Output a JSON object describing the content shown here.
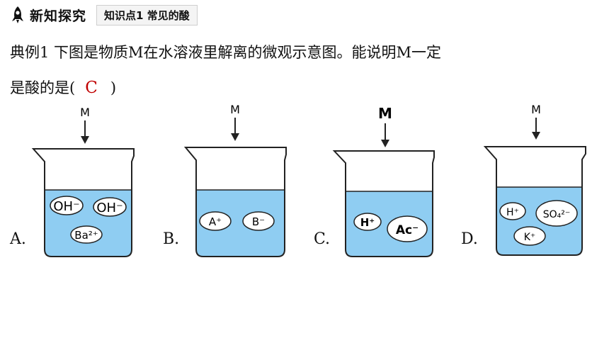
{
  "header": {
    "title": "新知探究",
    "tag": "知识点1 常见的酸"
  },
  "question": {
    "line1": "典例1 下图是物质M在水溶液里解离的微观示意图。能说明M一定",
    "line2_prefix": "是酸的是(",
    "answer": "C",
    "line2_suffix": ")"
  },
  "beaker_label": "M",
  "options": [
    {
      "label": "A.",
      "ions": [
        "OH⁻",
        "OH⁻",
        "Ba²⁺"
      ]
    },
    {
      "label": "B.",
      "ions": [
        "A⁺",
        "B⁻"
      ]
    },
    {
      "label": "C.",
      "ions": [
        "H⁺",
        "Ac⁻"
      ]
    },
    {
      "label": "D.",
      "ions": [
        "H⁺",
        "SO₄²⁻",
        "K⁺"
      ]
    }
  ],
  "colors": {
    "water": "#8fcdf2",
    "answer": "#c00000",
    "outline": "#222222"
  }
}
